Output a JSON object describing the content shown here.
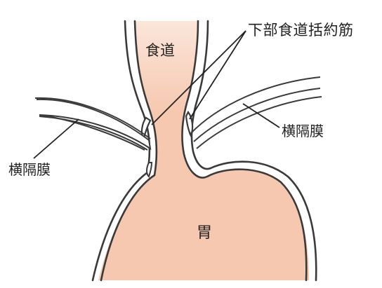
{
  "labels": {
    "esophagus": "食道",
    "lower_esophageal_sphincter": "下部食道括約筋",
    "diaphragm_right": "横隔膜",
    "diaphragm_left": "横隔膜",
    "stomach": "胃"
  },
  "colors": {
    "organ_fill": "#f6c8b0",
    "organ_fill_light": "#fbe6da",
    "outline": "#3a3a3a",
    "membrane_fill": "#ffffff",
    "leader_line": "#222222",
    "background": "#ffffff"
  }
}
